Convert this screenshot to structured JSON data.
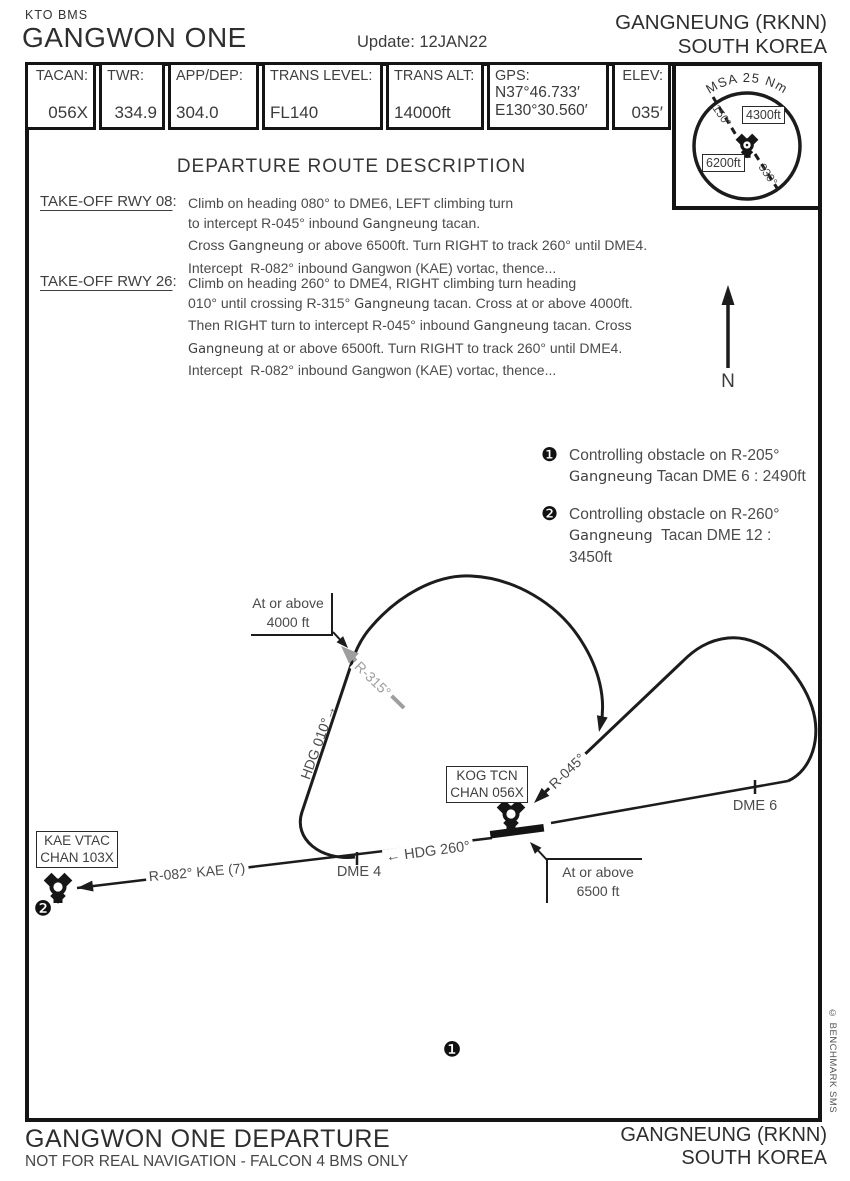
{
  "header": {
    "program": "KTO BMS",
    "title": "GANGWON ONE",
    "update": "Update: 12JAN22",
    "airport": "GANGNEUNG (RKNN)",
    "country": "SOUTH KOREA"
  },
  "info_strip": {
    "cells": [
      {
        "label": "TACAN:",
        "value": "056X"
      },
      {
        "label": "TWR:",
        "value": "334.9"
      },
      {
        "label": "APP/DEP:",
        "value": "304.0"
      },
      {
        "label": "TRANS LEVEL:",
        "value": "FL140"
      },
      {
        "label": "TRANS ALT:",
        "value": "14000ft"
      },
      {
        "label": "GPS:",
        "value": "N37°46.733′",
        "value2": "E130°30.560′"
      },
      {
        "label": "ELEV:",
        "value": "035′"
      }
    ]
  },
  "msa": {
    "title": "MSA 25 Nm",
    "sector_high": "4300ft",
    "sector_low": "6200ft",
    "bearing_1": "150°",
    "bearing_2": "330°"
  },
  "route_description": {
    "title": "DEPARTURE ROUTE DESCRIPTION",
    "colon": ":",
    "entries": [
      {
        "label": "TAKE-OFF RWY 08",
        "lines": [
          [
            {
              "t": "Climb on heading 080° to DME6, LEFT climbing turn"
            }
          ],
          [
            {
              "t": "to intercept R-045° inbound "
            },
            {
              "t": "Gangneung",
              "alt": true
            },
            {
              "t": " tacan."
            }
          ],
          [
            {
              "t": "Cross "
            },
            {
              "t": "Gangneung",
              "alt": true
            },
            {
              "t": " or above 6500ft. Turn RIGHT to track 260° until DME4."
            }
          ],
          [
            {
              "t": "Intercept  R-082° inbound Gangwon (KAE) vortac, thence..."
            }
          ]
        ]
      },
      {
        "label": "TAKE-OFF RWY 26",
        "lines": [
          [
            {
              "t": "Climb on heading 260° to DME4, RIGHT climbing turn heading"
            }
          ],
          [
            {
              "t": "010° until crossing R-315° "
            },
            {
              "t": "Gangneung",
              "alt": true
            },
            {
              "t": " tacan. Cross at or above 4000ft."
            }
          ],
          [
            {
              "t": "Then RIGHT turn to intercept R-045° inbound "
            },
            {
              "t": "Gangneung",
              "alt": true
            },
            {
              "t": " tacan. Cross"
            }
          ],
          [
            {
              "t": "Gangneung",
              "alt": true
            },
            {
              "t": " at or above 6500ft. Turn RIGHT to track 260° until DME4."
            }
          ],
          [
            {
              "t": "Intercept  R-082° inbound Gangwon (KAE) vortac, thence..."
            }
          ]
        ]
      }
    ]
  },
  "notes": [
    {
      "marker": "❶",
      "lines": [
        [
          {
            "t": "Controlling obstacle on R-205°"
          }
        ],
        [
          {
            "t": "Gangneung",
            "alt": true
          },
          {
            "t": " Tacan DME 6 : 2490ft"
          }
        ]
      ]
    },
    {
      "marker": "❷",
      "lines": [
        [
          {
            "t": "Controlling obstacle on R-260°"
          }
        ],
        [
          {
            "t": "Gangneung",
            "alt": true
          },
          {
            "t": "  Tacan DME 12 :"
          }
        ],
        [
          {
            "t": "3450ft"
          }
        ]
      ]
    }
  ],
  "diagram": {
    "north_label": "N",
    "alt_4000_line1": "At or above",
    "alt_4000_line2": "4000 ft",
    "alt_6500_line1": "At or above",
    "alt_6500_line2": "6500 ft",
    "r315_label": "R-315°",
    "hdg010_label": "HDG 010°→",
    "r045_label": "R-045°",
    "hdg260_label": "← HDG 260°",
    "r082_label": "R-082° KAE (7)",
    "dme4_label": "DME 4",
    "dme6_label": "DME 6",
    "kog_box_line1": "KOG TCN",
    "kog_box_line2": "CHAN 056X",
    "kae_box_line1": "KAE VTAC",
    "kae_box_line2": "CHAN 103X",
    "obstacle_1_marker": "❶",
    "obstacle_2_marker": "❷"
  },
  "footer": {
    "title": "GANGWON ONE DEPARTURE",
    "disclaimer": "NOT FOR REAL NAVIGATION - FALCON 4 BMS ONLY",
    "airport": "GANGNEUNG (RKNN)",
    "country": "SOUTH KOREA",
    "copyright": "© BENCHMARK SMS"
  }
}
